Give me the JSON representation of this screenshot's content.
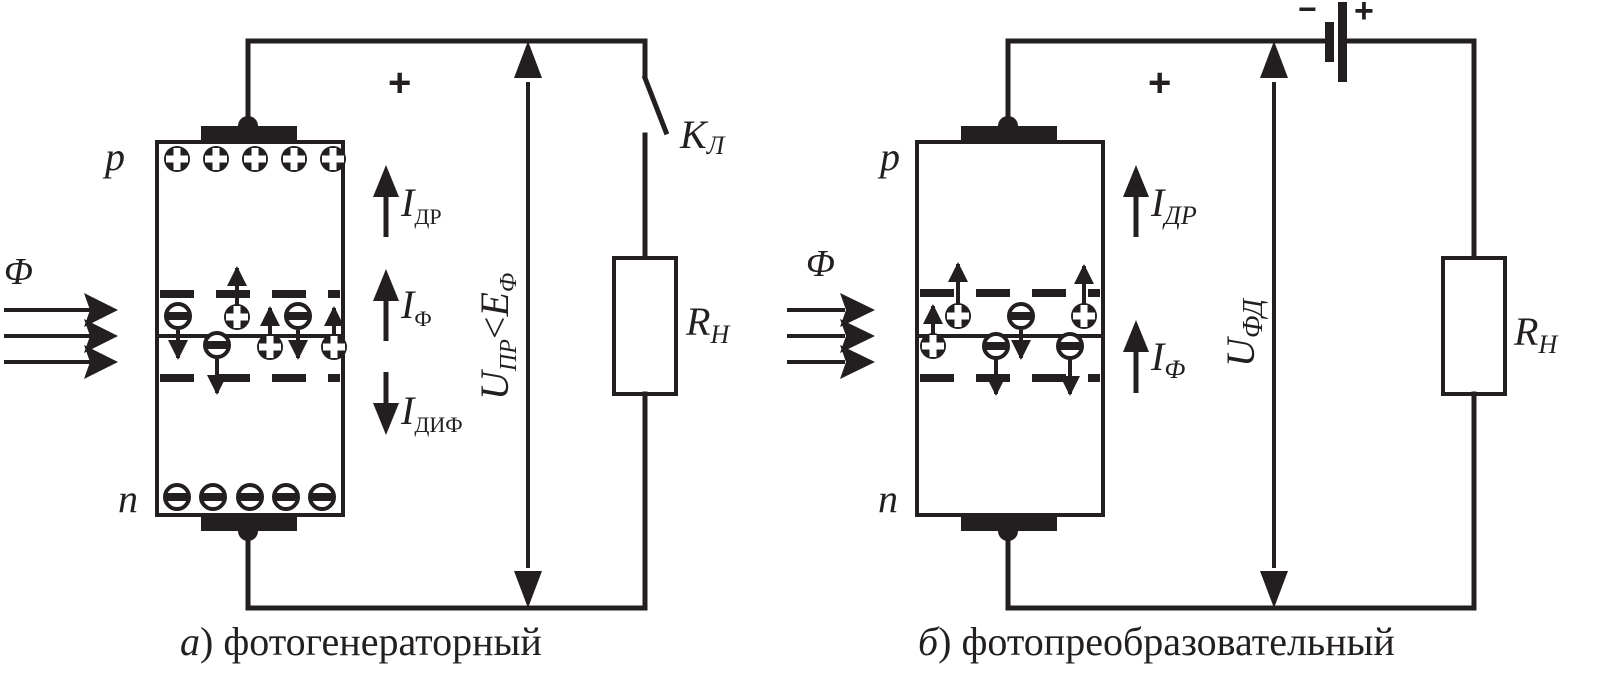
{
  "diagram": {
    "colors": {
      "ink": "#231f20",
      "background": "#ffffff"
    },
    "panel_a": {
      "caption_letter": "а",
      "caption_text": "фотогенераторный",
      "region_p_label": "p",
      "region_n_label": "n",
      "flux_label": "Φ",
      "plus_sign": "+",
      "current_drift": {
        "main": "I",
        "sub": "ДР"
      },
      "current_photo": {
        "main": "I",
        "sub": "Ф"
      },
      "current_diff": {
        "main": "I",
        "sub": "ДИФ"
      },
      "voltage_label": {
        "main": "U",
        "sub": "ПР",
        "relation": "<",
        "rhs_main": "E",
        "rhs_sub": "Ф"
      },
      "switch_label": {
        "main": "K",
        "sub": "Л"
      },
      "load_label": {
        "main": "R",
        "sub": "H"
      },
      "holes_top_count": 5,
      "electrons_bottom_count": 5
    },
    "panel_b": {
      "caption_letter": "б",
      "caption_text": "фотопреобразовательный",
      "region_p_label": "p",
      "region_n_label": "n",
      "flux_label": "Φ",
      "plus_sign": "+",
      "battery_minus": "−",
      "battery_plus": "+",
      "current_drift": {
        "main": "I",
        "sub": "ДР"
      },
      "current_photo": {
        "main": "I",
        "sub": "Ф"
      },
      "voltage_label": {
        "main": "U",
        "sub": "ФД"
      },
      "load_label": {
        "main": "R",
        "sub": "H"
      }
    }
  }
}
